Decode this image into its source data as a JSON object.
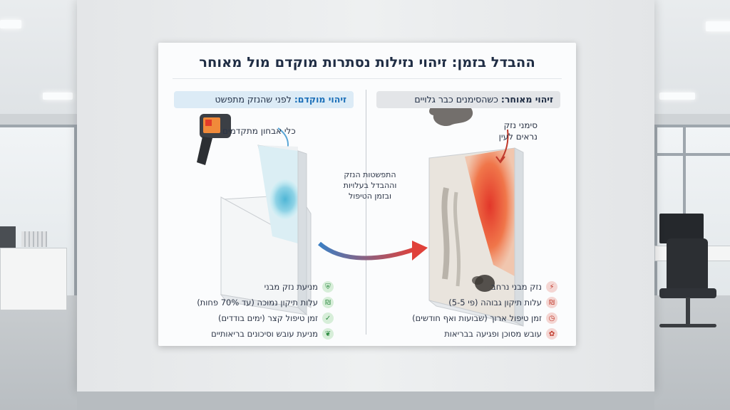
{
  "poster": {
    "title": "ההבדל בזמן: זיהוי נזילות נסתרות מוקדם מול מאוחר",
    "late": {
      "header_bold": "זיהוי מאוחר:",
      "header_rest": " כשהסימנים כבר גלויים",
      "callout": [
        "סימני נזק",
        "נראים לעין"
      ],
      "items": [
        {
          "text": "נזק מבני נרחב",
          "icon": "structure-damage-icon",
          "glyph": "⚡"
        },
        {
          "text": "עלות תיקון גבוהה (פי 5-5)",
          "icon": "cost-high-icon",
          "glyph": "₪"
        },
        {
          "text": "זמן טיפול ארוך (שבועות ואף חודשים)",
          "icon": "clock-icon",
          "glyph": "◷"
        },
        {
          "text": "עובש מסוכן ופגיעה בבריאות",
          "icon": "mold-icon",
          "glyph": "✿"
        }
      ]
    },
    "early": {
      "header_bold": "זיהוי מוקדם:",
      "header_rest": " לפני שהנזק מתפשט",
      "callout": "כלי אבחון מתקדמים",
      "items": [
        {
          "text": "מניעת נזק מבני",
          "icon": "shield-icon",
          "glyph": "⛨"
        },
        {
          "text": "עלות תיקון נמוכה (עד 70% פחות)",
          "icon": "savings-icon",
          "glyph": "₪"
        },
        {
          "text": "זמן טיפול קצר (ימים בודדים)",
          "icon": "check-clock-icon",
          "glyph": "✓"
        },
        {
          "text": "מניעת עובש וסיכונים בריאותיים",
          "icon": "leaf-icon",
          "glyph": "❦"
        }
      ]
    },
    "middle_caption": [
      "התפשטות הנזק",
      "וההבדל בעלויות",
      "ובזמן הטיפול"
    ]
  },
  "colors": {
    "title": "#1f2d44",
    "early_accent": "#1b6fb8",
    "late_accent": "#c0392b",
    "arrow_start": "#3b7fc4",
    "arrow_end": "#e0413a"
  }
}
